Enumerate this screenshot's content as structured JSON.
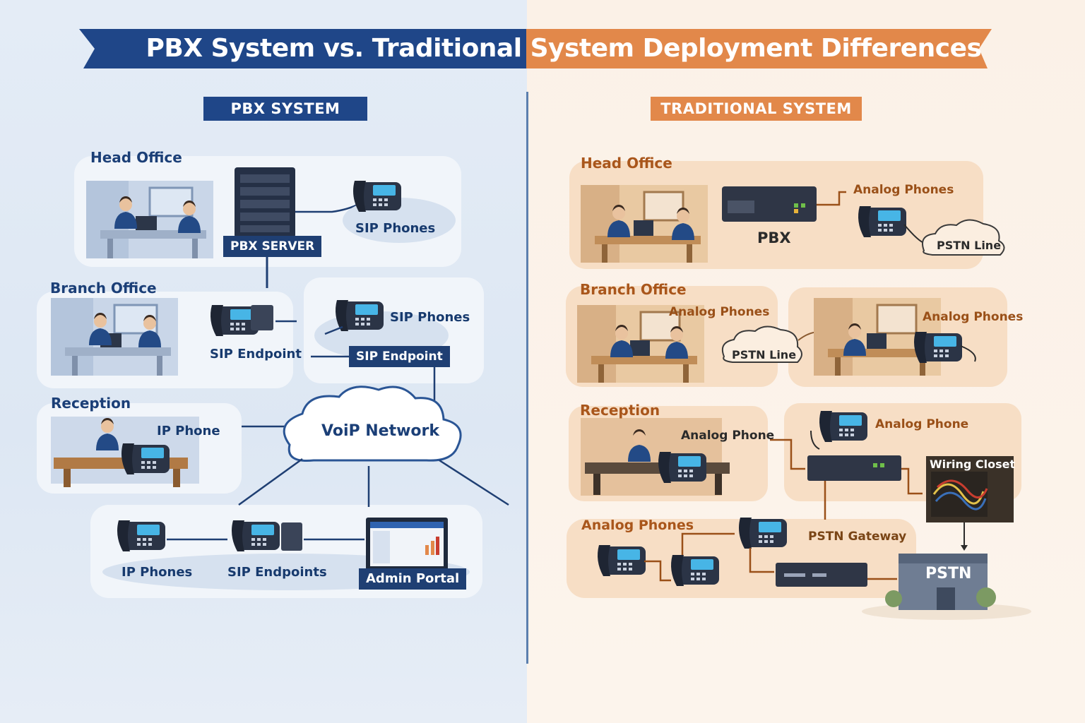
{
  "title": "PBX System vs. Traditional System Deployment Differences",
  "colors": {
    "blue": "#1f4688",
    "orange": "#e2884a",
    "left_bg": "#e2eaf5",
    "right_bg": "#fcf3ea"
  },
  "left": {
    "header": "PBX SYSTEM",
    "head_office": {
      "title": "Head Office",
      "server_label": "PBX SERVER",
      "phones_label": "SIP Phones"
    },
    "branch_office": {
      "title": "Branch Office",
      "endpoint_label": "SIP Endpoint",
      "phones_label": "SIP Phones",
      "endpoint_badge": "SIP Endpoint"
    },
    "reception": {
      "title": "Reception",
      "phone_label": "IP Phone"
    },
    "network": "VoiP Network",
    "bottom": {
      "ip_phones": "IP Phones",
      "sip_endpoints": "SIP Endpoints",
      "admin_portal": "Admin Portal"
    }
  },
  "right": {
    "header": "TRADITIONAL SYSTEM",
    "head_office": {
      "title": "Head Office",
      "pbx_label": "PBX",
      "phones_label": "Analog Phones",
      "line_label": "PSTN Line"
    },
    "branch_office": {
      "title": "Branch Office",
      "phones_label_1": "Analog Phones",
      "line_label": "PSTN Line",
      "phones_label_2": "Analog Phones"
    },
    "reception": {
      "title": "Reception",
      "phone_label": "Analog Phone",
      "phone_label_2": "Analog Phone",
      "closet_label": "Wiring Closet"
    },
    "bottom": {
      "title": "Analog Phones",
      "gateway_label": "PSTN Gateway",
      "pstn_label": "PSTN"
    }
  }
}
